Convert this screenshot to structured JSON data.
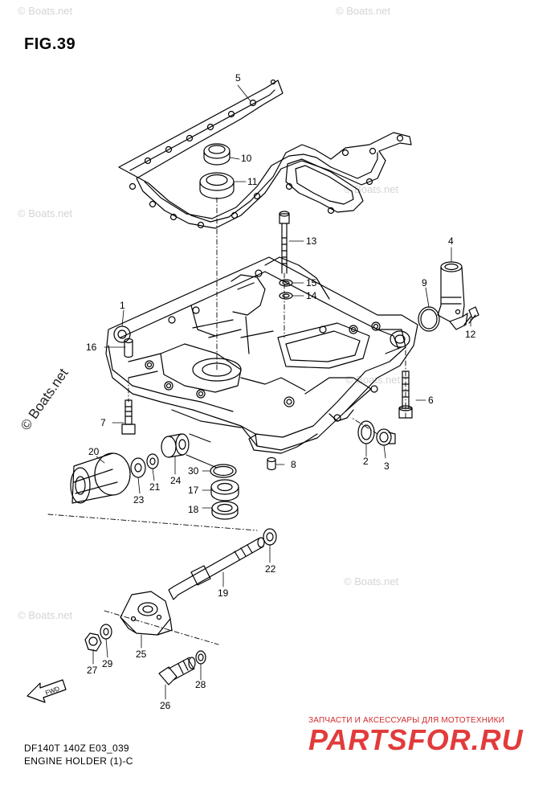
{
  "figure_title": "FIG.39",
  "model_code": "DF140T 140Z E03_039",
  "assembly_name": "ENGINE HOLDER (1)-C",
  "watermark": "© Boats.net",
  "shop_tagline": "ЗАПЧАСТИ И АКСЕССУАРЫ ДЛЯ МОТОТЕХНИКИ",
  "shop_brand": "PARTSFOR.RU",
  "fwd_marker": "FWD",
  "callouts": [
    "1",
    "2",
    "3",
    "4",
    "5",
    "6",
    "7",
    "8",
    "9",
    "10",
    "11",
    "12",
    "13",
    "14",
    "15",
    "16",
    "17",
    "18",
    "19",
    "20",
    "21",
    "22",
    "23",
    "24",
    "25",
    "26",
    "27",
    "28",
    "29",
    "30"
  ]
}
